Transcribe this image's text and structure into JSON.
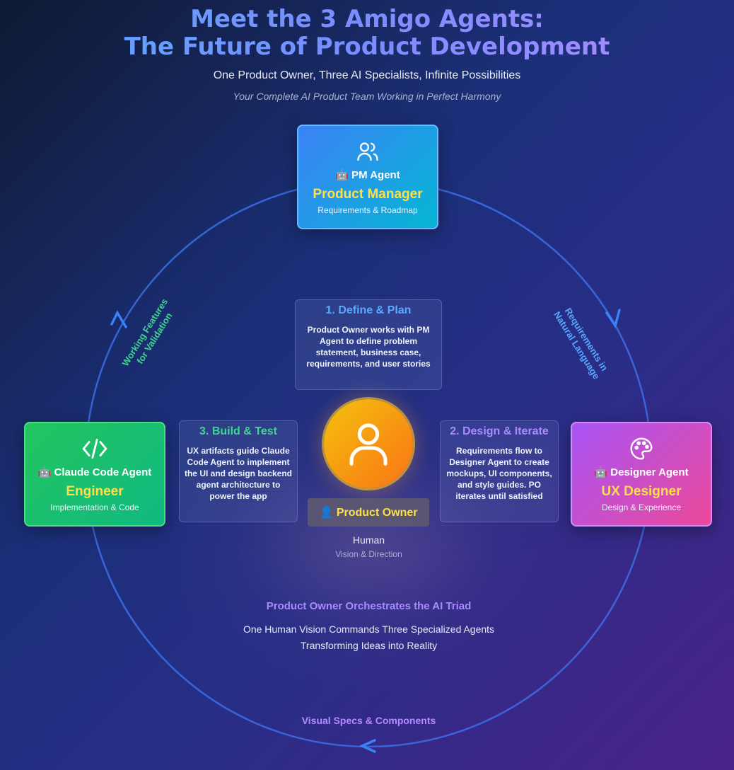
{
  "header": {
    "title_line1": "Meet the 3 Amigo Agents:",
    "title_line2": "The Future of Product Development",
    "subtitle": "One Product Owner, Three AI Specialists, Infinite Possibilities",
    "tagline": "Your Complete AI Product Team Working in Perfect Harmony"
  },
  "agents": {
    "pm": {
      "icon": "users-icon",
      "role": "🤖 PM Agent",
      "title": "Product Manager",
      "description": "Requirements & Roadmap",
      "colors": [
        "#3b82f6",
        "#06b6d4"
      ]
    },
    "engineer": {
      "icon": "code-icon",
      "role": "🤖 Claude Code Agent",
      "title": "Engineer",
      "description": "Implementation & Code",
      "colors": [
        "#22c55e",
        "#10b981"
      ]
    },
    "designer": {
      "icon": "palette-icon",
      "role": "🤖 Designer Agent",
      "title": "UX Designer",
      "description": "Design & Experience",
      "colors": [
        "#a855f7",
        "#ec4899"
      ]
    }
  },
  "steps": [
    {
      "title": "1. Define & Plan",
      "body": "Product Owner works with PM Agent to define problem statement, business case, requirements, and user stories"
    },
    {
      "title": "2. Design & Iterate",
      "body": "Requirements flow to Designer Agent to create mockups, UI components, and style guides. PO iterates until satisfied"
    },
    {
      "title": "3. Build & Test",
      "body": "UX artifacts guide Claude Code Agent to implement the UI and design backend agent architecture to power the app"
    }
  ],
  "flows": {
    "pm_to_designer": "Requirements in Natural Language",
    "designer_to_engineer": "Visual Specs & Components",
    "engineer_to_pm": "Working Features for Validation"
  },
  "product_owner": {
    "icon": "person-icon",
    "label": "👤 Product Owner",
    "type": "Human",
    "role": "Vision & Direction"
  },
  "orchestration": {
    "title": "Product Owner Orchestrates the AI Triad",
    "line1": "One Human Vision Commands Three Specialized Agents",
    "line2": "Transforming Ideas into Reality"
  }
}
